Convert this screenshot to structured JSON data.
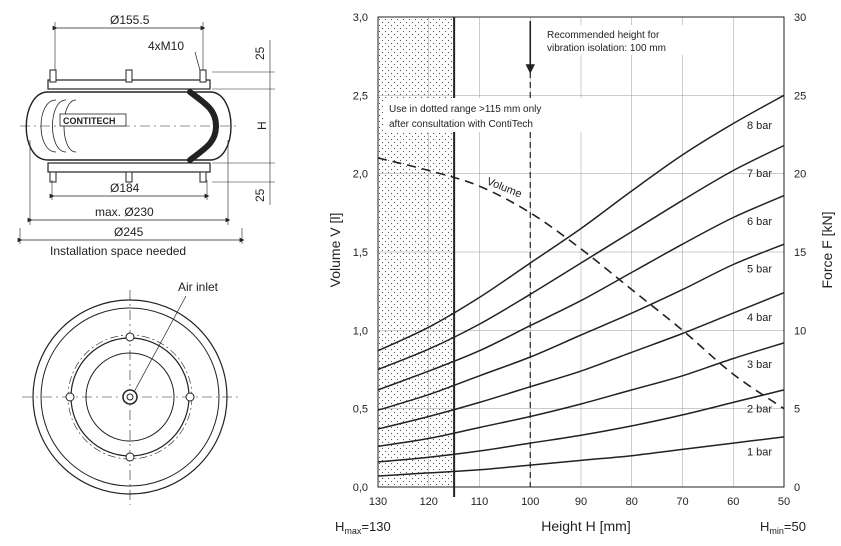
{
  "drawing": {
    "dim_flange": "Ø155.5",
    "dim_thread": "4xM10",
    "dim_top": "25",
    "dim_height": "H",
    "dim_bottom": "25",
    "dim_d184": "Ø184",
    "dim_max": "max. Ø230",
    "dim_space": "Ø245",
    "install_note": "Installation space needed",
    "logo": "CONTITECH",
    "air_inlet": "Air inlet"
  },
  "chart_data": {
    "type": "line",
    "xlabel": "Height H [mm]",
    "ylabel_left": "Volume V [l]",
    "ylabel_right": "Force F [kN]",
    "x_ticks": [
      "130",
      "120",
      "110",
      "100",
      "90",
      "80",
      "70",
      "60",
      "50"
    ],
    "y_left_ticks": [
      "0,0",
      "0,5",
      "1,0",
      "1,5",
      "2,0",
      "2,5",
      "3,0"
    ],
    "y_right_ticks": [
      "0",
      "5",
      "10",
      "15",
      "20",
      "25",
      "30"
    ],
    "xlim": [
      130,
      50
    ],
    "ylim_left": [
      0,
      3
    ],
    "ylim_right": [
      0,
      30
    ],
    "hmax_label": {
      "main": "H",
      "sub": "max",
      "value": "=130"
    },
    "hmin_label": {
      "main": "H",
      "sub": "min",
      "value": "=50"
    },
    "annotations": {
      "recommended_line1": "Recommended height for",
      "recommended_line2": "vibration isolation: 100 mm",
      "dotted_line1": "Use in dotted range >115 mm only",
      "dotted_line2": "after consultation with ContiTech"
    },
    "recommended_height": 100,
    "dotted_range": [
      130,
      115
    ],
    "volume_series": {
      "name": "Volume",
      "x": [
        130,
        120,
        110,
        100,
        90,
        80,
        70,
        60,
        50
      ],
      "y": [
        2.1,
        2.02,
        1.92,
        1.75,
        1.52,
        1.26,
        1.0,
        0.72,
        0.5
      ]
    },
    "force_series": [
      {
        "name": "8 bar",
        "x": [
          130,
          120,
          110,
          100,
          90,
          80,
          70,
          60,
          50
        ],
        "y": [
          8.7,
          10.2,
          12.1,
          14.3,
          16.5,
          18.9,
          21.2,
          23.2,
          25.0
        ]
      },
      {
        "name": "7 bar",
        "x": [
          130,
          120,
          110,
          100,
          90,
          80,
          70,
          60,
          50
        ],
        "y": [
          7.5,
          8.8,
          10.4,
          12.3,
          14.3,
          16.3,
          18.3,
          20.2,
          21.8
        ]
      },
      {
        "name": "6 bar",
        "x": [
          130,
          120,
          110,
          100,
          90,
          80,
          70,
          60,
          50
        ],
        "y": [
          6.2,
          7.4,
          8.7,
          10.3,
          11.9,
          13.7,
          15.5,
          17.2,
          18.6
        ]
      },
      {
        "name": "5 bar",
        "x": [
          130,
          120,
          110,
          100,
          90,
          80,
          70,
          60,
          50
        ],
        "y": [
          4.9,
          5.9,
          7.1,
          8.3,
          9.7,
          11.1,
          12.6,
          14.2,
          15.5
        ]
      },
      {
        "name": "4 bar",
        "x": [
          130,
          120,
          110,
          100,
          90,
          80,
          70,
          60,
          50
        ],
        "y": [
          3.7,
          4.5,
          5.4,
          6.4,
          7.4,
          8.6,
          9.8,
          11.1,
          12.4
        ]
      },
      {
        "name": "3 bar",
        "x": [
          130,
          120,
          110,
          100,
          90,
          80,
          70,
          60,
          50
        ],
        "y": [
          2.6,
          3.1,
          3.8,
          4.5,
          5.3,
          6.2,
          7.1,
          8.2,
          9.2
        ]
      },
      {
        "name": "2 bar",
        "x": [
          130,
          120,
          110,
          100,
          90,
          80,
          70,
          60,
          50
        ],
        "y": [
          1.6,
          1.9,
          2.3,
          2.8,
          3.3,
          3.9,
          4.6,
          5.4,
          6.2
        ]
      },
      {
        "name": "1 bar",
        "x": [
          130,
          120,
          110,
          100,
          90,
          80,
          70,
          60,
          50
        ],
        "y": [
          0.7,
          0.9,
          1.1,
          1.4,
          1.7,
          2.0,
          2.4,
          2.8,
          3.2
        ]
      }
    ]
  }
}
